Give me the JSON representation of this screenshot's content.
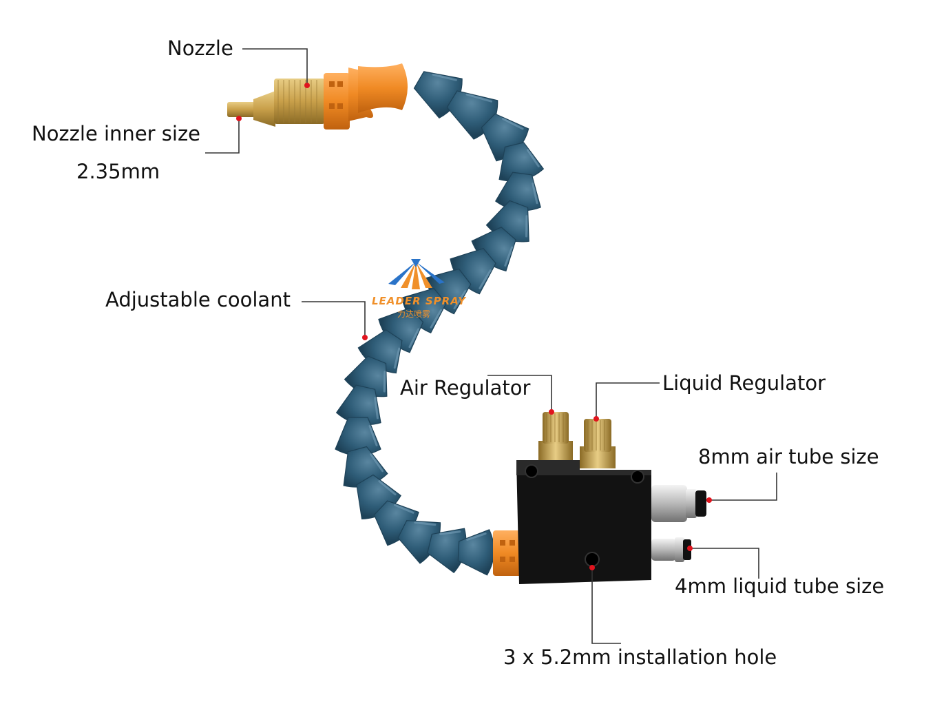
{
  "labels": {
    "nozzle": "Nozzle",
    "nozzle_inner_size": "Nozzle inner size",
    "nozzle_inner_value": "2.35mm",
    "adjustable_coolant": "Adjustable coolant",
    "air_regulator": "Air Regulator",
    "liquid_regulator": "Liquid Regulator",
    "air_tube": "8mm air tube size",
    "liquid_tube": "4mm liquid tube size",
    "installation_hole": "3 x 5.2mm installation hole"
  },
  "logo": {
    "name": "LEADER SPRAY",
    "subtitle": "力达喷雾"
  },
  "colors": {
    "hose": "#2f5d78",
    "hose_shadow": "#1e4258",
    "hose_highlight": "#5a86a0",
    "orange": "#f08a24",
    "brass": "#c9a04a",
    "block": "#121212",
    "leader_line": "#333333",
    "marker": "#e0141e",
    "logo_orange": "#f0902a",
    "logo_blue": "#2a73c8"
  }
}
